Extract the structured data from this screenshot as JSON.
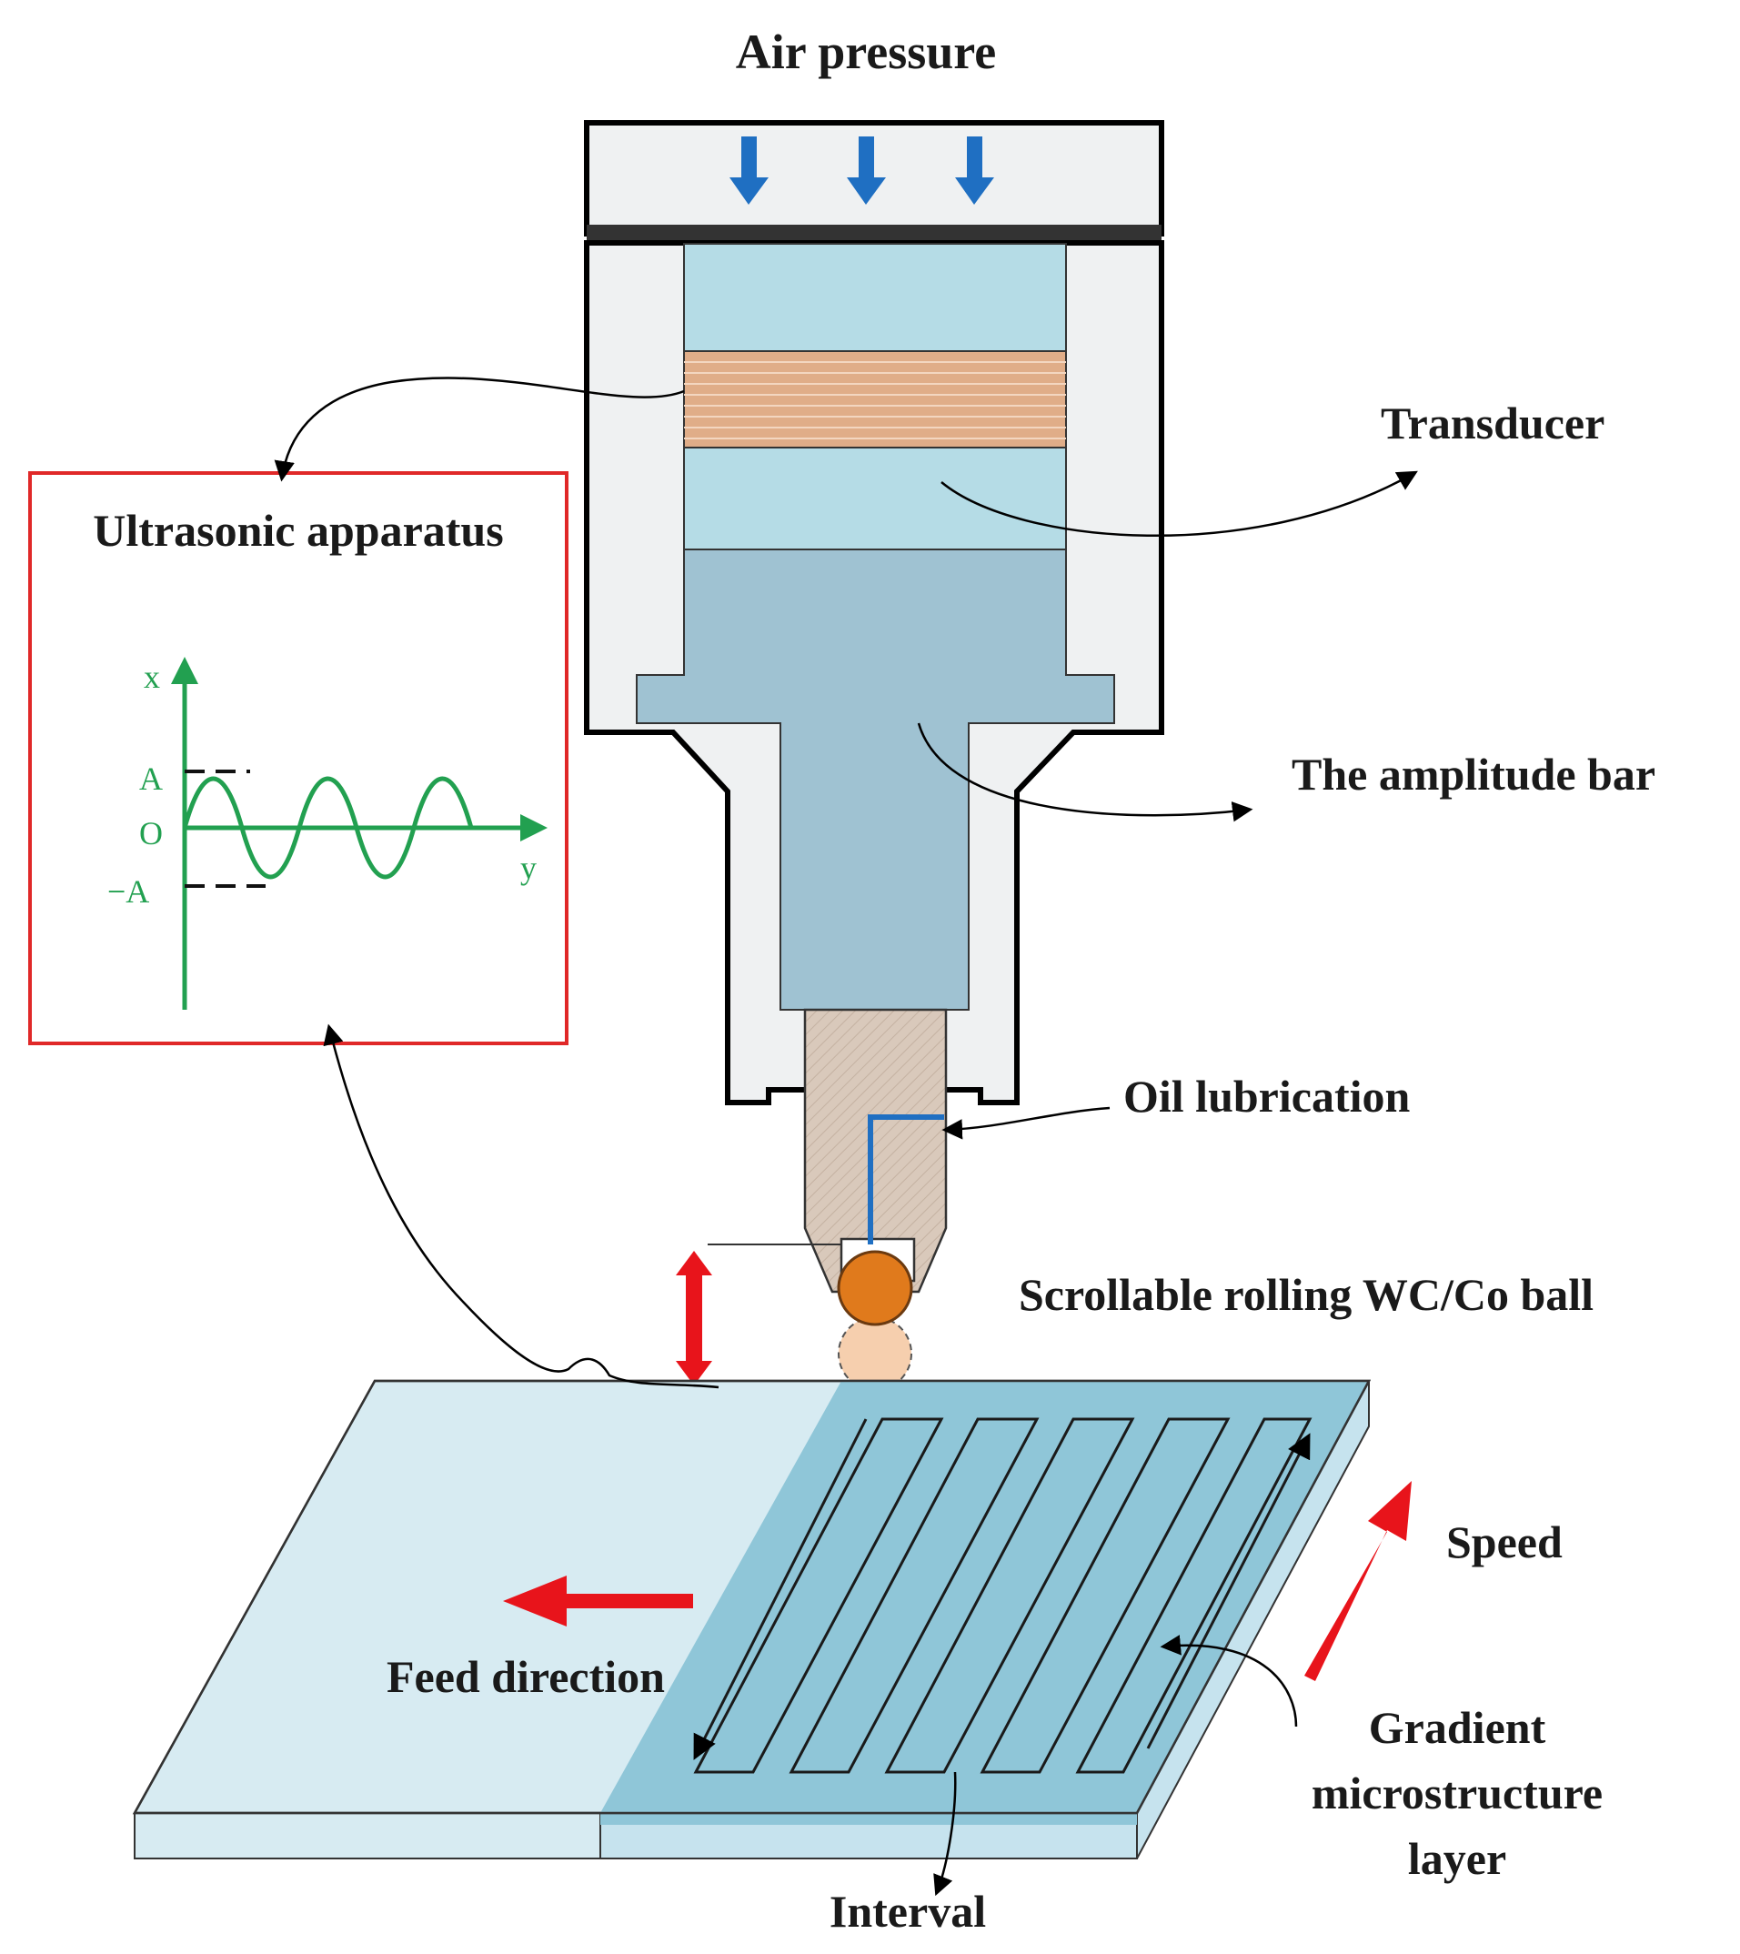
{
  "labels": {
    "air_pressure": "Air pressure",
    "transducer": "Transducer",
    "amplitude_bar": "The amplitude bar",
    "ultrasonic_apparatus": "Ultrasonic apparatus",
    "oil_lubrication": "Oil lubrication",
    "rolling_ball": "Scrollable rolling WC/Co ball",
    "speed": "Speed",
    "feed_direction": "Feed direction",
    "gradient_line1": "Gradient",
    "gradient_line2": "microstructure",
    "gradient_line3": "layer",
    "interval": "Interval"
  },
  "waveform": {
    "x_axis": "x",
    "y_axis": "y",
    "amplitude": "A",
    "origin": "O",
    "neg_amplitude": "−A"
  },
  "colors": {
    "air_arrow": "#1f6fc2",
    "housing_fill": "#eff1f2",
    "transducer_fill": "#b5dce6",
    "piezo_fill": "#e0ad88",
    "horn_fill": "#9fc2d2",
    "tool_fill": "#d9c9bb",
    "ball": "#e07a1c",
    "oil_line": "#1f6fc2",
    "apparatus_border": "#e02828",
    "wave_green": "#22a050",
    "red_arrow": "#e8141b",
    "plate_light": "#d7ebf2",
    "plate_dark": "#8fc6d8"
  }
}
